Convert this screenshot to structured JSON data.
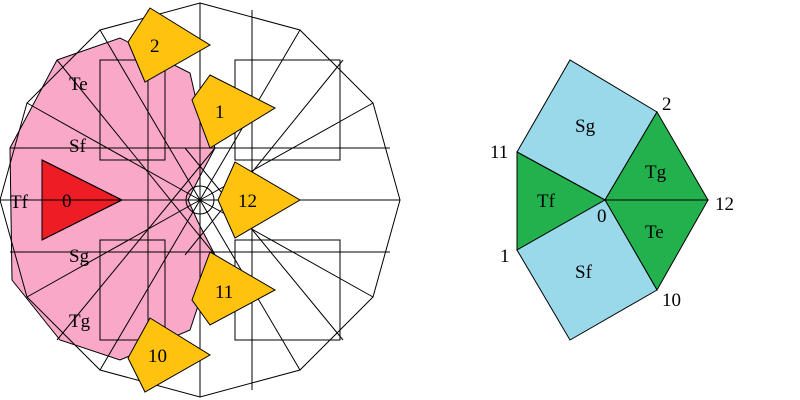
{
  "colors": {
    "pink": "#f9a8c8",
    "red": "#ee1c24",
    "gold": "#ffc20e",
    "light_blue": "#99d9ea",
    "green": "#22b14c",
    "line": "#000000",
    "background": "#ffffff"
  },
  "left_figure": {
    "region_labels": {
      "te": "Te",
      "sf": "Sf",
      "tf": "Tf",
      "sg": "Sg",
      "tg": "Tg"
    },
    "triangle_labels": {
      "t0": "0",
      "t1": "1",
      "t2": "2",
      "t10": "10",
      "t11": "11",
      "t12": "12"
    }
  },
  "right_figure": {
    "face_labels": {
      "sg": "Sg",
      "tg": "Tg",
      "tf": "Tf",
      "te": "Te",
      "sf": "Sf"
    },
    "vertex_labels": {
      "v2": "2",
      "v11": "11",
      "v12": "12",
      "v1": "1",
      "v10": "10",
      "v0": "0"
    }
  }
}
